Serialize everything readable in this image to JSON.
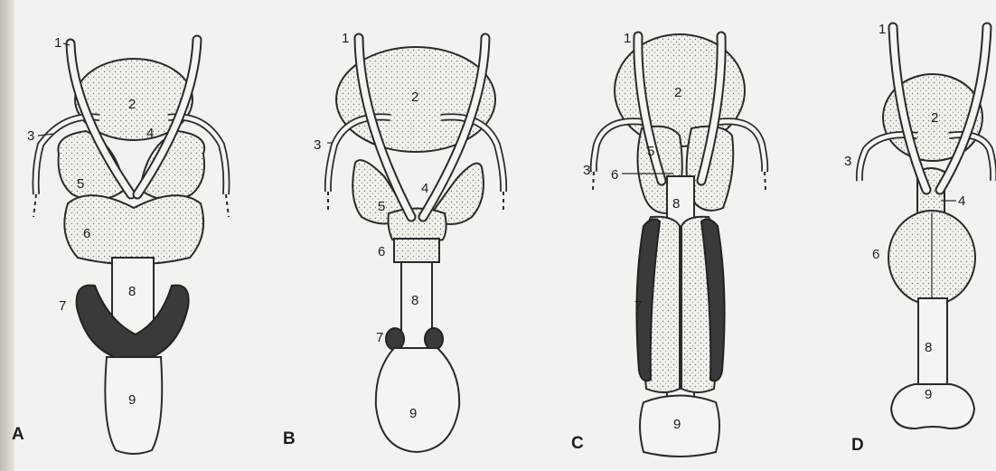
{
  "panels": [
    {
      "label": "A",
      "numbers": [
        "1",
        "2",
        "3",
        "4",
        "5",
        "6",
        "7",
        "8",
        "9"
      ]
    },
    {
      "label": "B",
      "numbers": [
        "1",
        "2",
        "3",
        "4",
        "5",
        "6",
        "7",
        "8",
        "9"
      ]
    },
    {
      "label": "C",
      "numbers": [
        "1",
        "2",
        "3",
        "5",
        "6",
        "7",
        "8",
        "9"
      ]
    },
    {
      "label": "D",
      "numbers": [
        "1",
        "2",
        "3",
        "4",
        "6",
        "8",
        "9"
      ]
    }
  ]
}
